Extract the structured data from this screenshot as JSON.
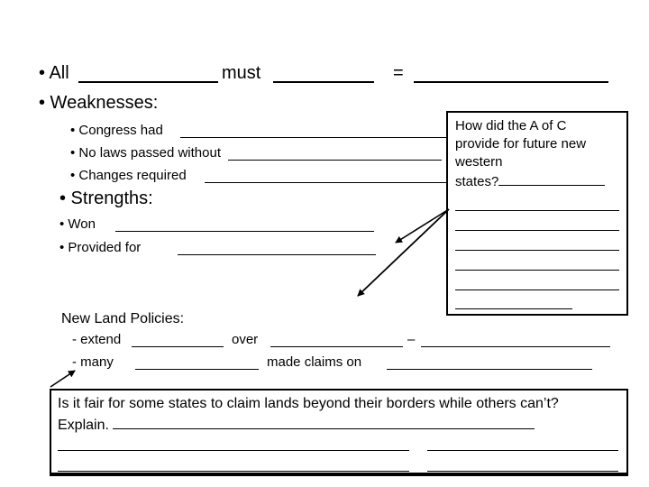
{
  "slide": {
    "title_line": {
      "all": "• All",
      "must": "must",
      "equals": "="
    },
    "weaknesses": {
      "heading": "• Weaknesses:",
      "items": [
        "• Congress had",
        "• No laws passed without",
        "• Changes required"
      ]
    },
    "strengths": {
      "heading": "• Strengths:",
      "items": [
        "• Won",
        "• Provided for"
      ]
    },
    "side_box": {
      "question_lines": [
        "How did the A of C",
        "provide for future new",
        "western",
        "states?"
      ]
    },
    "land_policies": {
      "heading": "New Land Policies:",
      "line1": {
        "p1": "- extend",
        "p2": "over",
        "p3": "–"
      },
      "line2": {
        "p1": "- many",
        "p2": "made claims on"
      }
    },
    "bottom_box": {
      "question": "Is it fair for some states to claim lands beyond their borders while others can’t?",
      "explain_label": "Explain."
    }
  }
}
